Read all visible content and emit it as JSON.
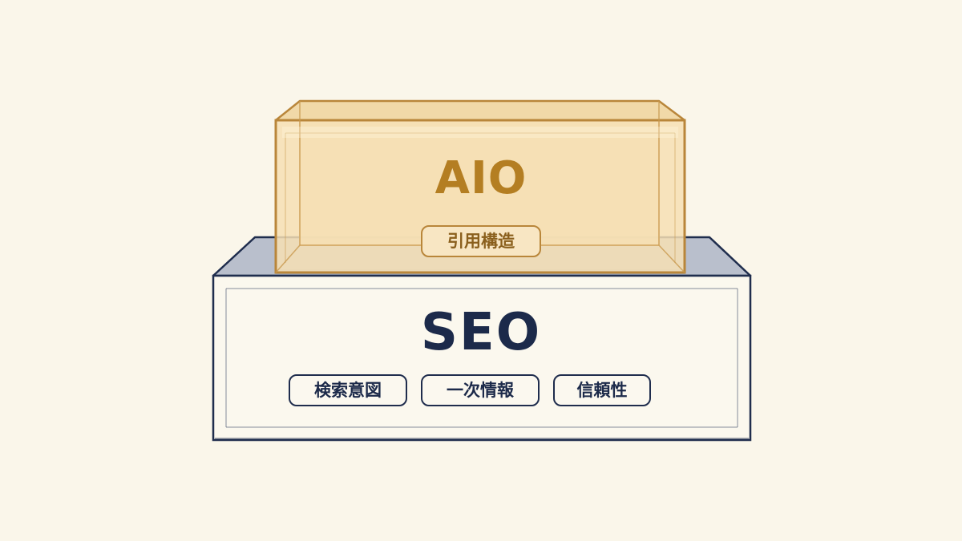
{
  "aio": {
    "title": "AIO",
    "tag": "引用構造"
  },
  "seo": {
    "title": "SEO",
    "tags": [
      "検索意図",
      "一次情報",
      "信頼性"
    ]
  },
  "colors": {
    "background": "#faf6ea",
    "aio_accent": "#b47e22",
    "aio_fill": "#f6dfb4",
    "seo_accent": "#1c2a4a",
    "seo_top": "#b9bfcc"
  }
}
